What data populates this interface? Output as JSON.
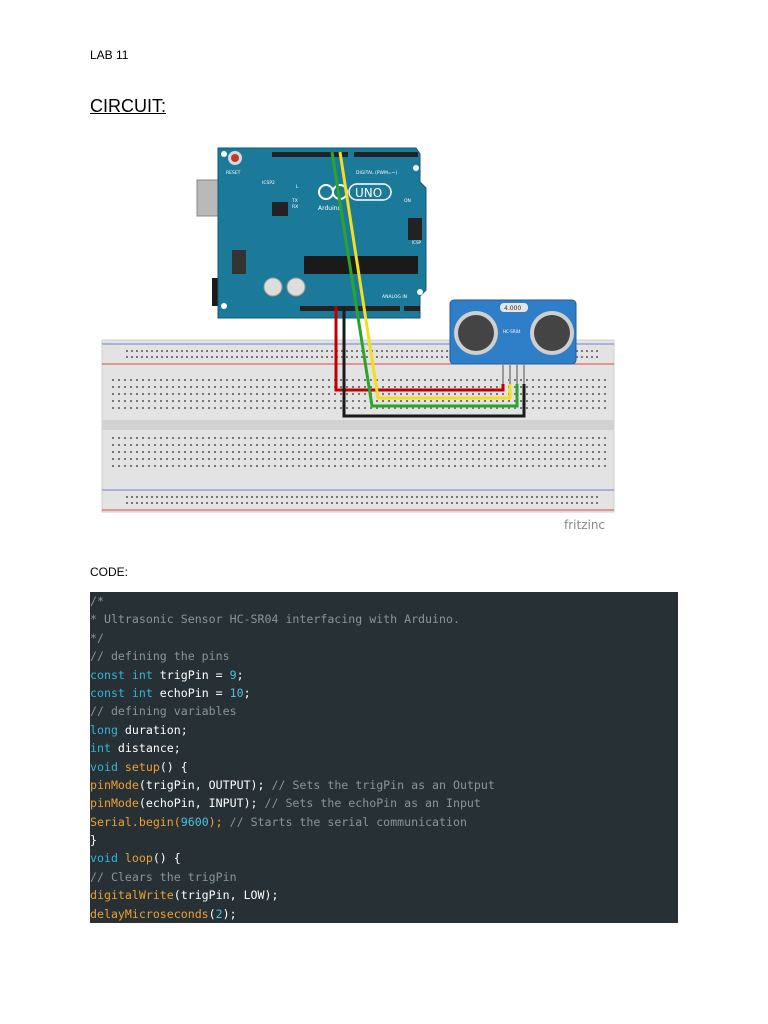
{
  "doc": {
    "lab": "LAB 11",
    "circuit_heading": "CIRCUIT:",
    "code_heading": "CODE:"
  },
  "diagram": {
    "reset_label": "RESET",
    "icsp2_label": "ICSP2",
    "icsp_label": "ICSP",
    "digital_label": "DIGITAL (PWM=~)",
    "uno_label": "UNO",
    "arduino_label": "Arduino",
    "on_label": "ON",
    "analog_label": "ANALOG IN",
    "l_label": "L",
    "tx_label": "TX",
    "rx_label": "RX",
    "sensor_crystal": "4.000",
    "sensor_model": "HC-SR04",
    "fritzing": "fritzinc"
  },
  "code": {
    "l1": "/*",
    "l2": "* Ultrasonic Sensor HC-SR04 interfacing with Arduino.",
    "l3": "*/",
    "l4": "// defining the pins",
    "l5_kw": "const int",
    "l5_rest": " trigPin = ",
    "l5_num": "9",
    "l5_end": ";",
    "l6_kw": "const int",
    "l6_rest": " echoPin = ",
    "l6_num": "10",
    "l6_end": ";",
    "l7": "// defining variables",
    "l8_kw": "long",
    "l8_rest": " duration;",
    "l9_kw": "int",
    "l9_rest": " distance;",
    "l10_kw": "void",
    "l10_fn": " setup",
    "l10_rest": "() {",
    "l11_fn": "pinMode",
    "l11_rest": "(trigPin, OUTPUT); ",
    "l11_cm": "// Sets the trigPin as an Output",
    "l12_fn": "pinMode",
    "l12_rest": "(echoPin, INPUT); ",
    "l12_cm": "// Sets the echoPin as an Input",
    "l13_fn": "Serial.begin",
    "l13_p1": "(",
    "l13_num": "9600",
    "l13_p2": "); ",
    "l13_cm": "// Starts the serial communication",
    "l14": "}",
    "l15_kw": "void",
    "l15_fn": " loop",
    "l15_rest": "() {",
    "l16": "// Clears the trigPin",
    "l17_fn": "digitalWrite",
    "l17_rest": "(trigPin, LOW);",
    "l18_fn": "delayMicroseconds",
    "l18_p1": "(",
    "l18_num": "2",
    "l18_p2": ");"
  },
  "colors": {
    "code_bg": "#263035",
    "comment": "#8a9599",
    "keyword": "#2fb6d6",
    "function": "#f0a030",
    "number": "#4fc2dd",
    "board": "#1b7a99",
    "sensor": "#2f7fc8"
  }
}
